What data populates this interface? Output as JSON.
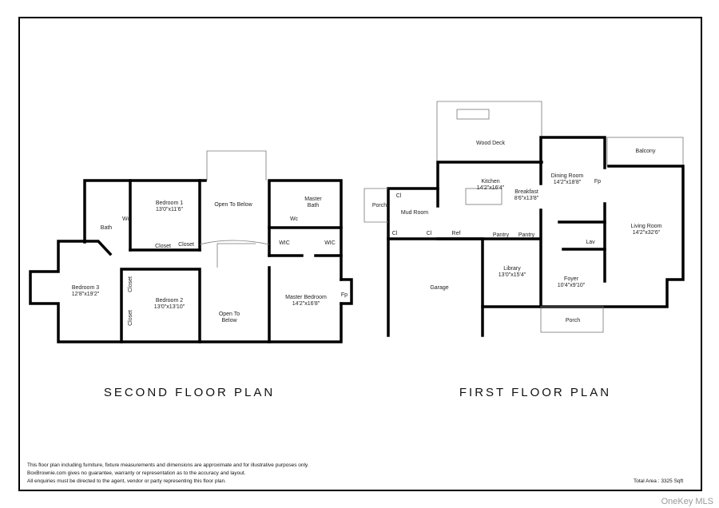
{
  "second_floor": {
    "title": "SECOND FLOOR PLAN",
    "rooms": [
      {
        "name": "Bedroom 1",
        "dim": "13'0\"x11'6\""
      },
      {
        "name": "Open To Below",
        "dim": ""
      },
      {
        "name": "Master",
        "dim": "Bath"
      },
      {
        "name": "Bath",
        "dim": ""
      },
      {
        "name": "Wc",
        "dim": ""
      },
      {
        "name": "Wc",
        "dim": ""
      },
      {
        "name": "WIC",
        "dim": ""
      },
      {
        "name": "WIC",
        "dim": ""
      },
      {
        "name": "Closet",
        "dim": ""
      },
      {
        "name": "Closet",
        "dim": ""
      },
      {
        "name": "Bedroom 3",
        "dim": "12'8\"x19'2\""
      },
      {
        "name": "Bedroom 2",
        "dim": "13'0\"x13'10\""
      },
      {
        "name": "Closet",
        "dim": ""
      },
      {
        "name": "Closet",
        "dim": ""
      },
      {
        "name": "Open To",
        "dim": "Below"
      },
      {
        "name": "Master Bedroom",
        "dim": "14'2\"x16'8\""
      },
      {
        "name": "Fp",
        "dim": ""
      }
    ]
  },
  "first_floor": {
    "title": "FIRST FLOOR PLAN",
    "rooms": [
      {
        "name": "Wood Deck",
        "dim": ""
      },
      {
        "name": "Kitchen",
        "dim": "14'2\"x16'4\""
      },
      {
        "name": "Breakfast",
        "dim": "8'6\"x13'8\""
      },
      {
        "name": "Dining Room",
        "dim": "14'2\"x18'8\""
      },
      {
        "name": "Balcony",
        "dim": ""
      },
      {
        "name": "Fp",
        "dim": ""
      },
      {
        "name": "Living Room",
        "dim": "14'2\"x32'6\""
      },
      {
        "name": "Lav",
        "dim": ""
      },
      {
        "name": "Library",
        "dim": "13'0\"x15'4\""
      },
      {
        "name": "Foyer",
        "dim": "10'4\"x9'10\""
      },
      {
        "name": "Porch",
        "dim": ""
      },
      {
        "name": "Garage",
        "dim": ""
      },
      {
        "name": "Mud Room",
        "dim": ""
      },
      {
        "name": "Porch",
        "dim": ""
      },
      {
        "name": "Cl",
        "dim": ""
      },
      {
        "name": "Cl",
        "dim": ""
      },
      {
        "name": "Cl",
        "dim": ""
      },
      {
        "name": "Ref",
        "dim": ""
      },
      {
        "name": "Pantry",
        "dim": ""
      },
      {
        "name": "Pantry",
        "dim": ""
      }
    ]
  },
  "disclaimer": [
    "This floor plan including furniture, fixture measurements and dimensions are approximate and for illustrative purposes only.",
    "BoxBrownie.com gives no guarantee, warranty or representation as to the accuracy and layout.",
    "All enquiries must be directed to the agent, vendor or party representing this floor plan."
  ],
  "total_area": "Total Area : 3325 Sqft",
  "watermark": "OneKey MLS"
}
